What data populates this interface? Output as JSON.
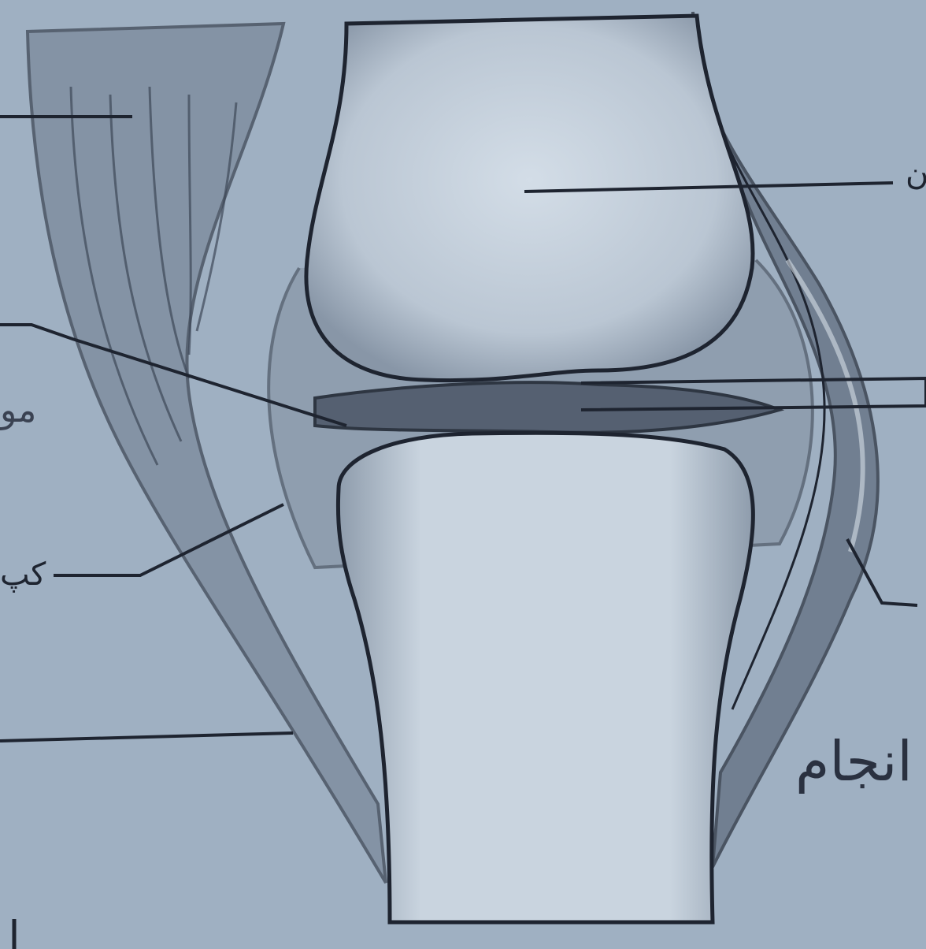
{
  "diagram": {
    "labels": {
      "kap": "کپ",
      "noon": "ن",
      "anjam": "انجام",
      "side_left": "مو"
    }
  },
  "colors": {
    "paper": "#9fb0c2",
    "ink": "#1e2430",
    "muscle": "#5a6677",
    "capsule": "#6b7788",
    "bone": "#c8d3de"
  }
}
